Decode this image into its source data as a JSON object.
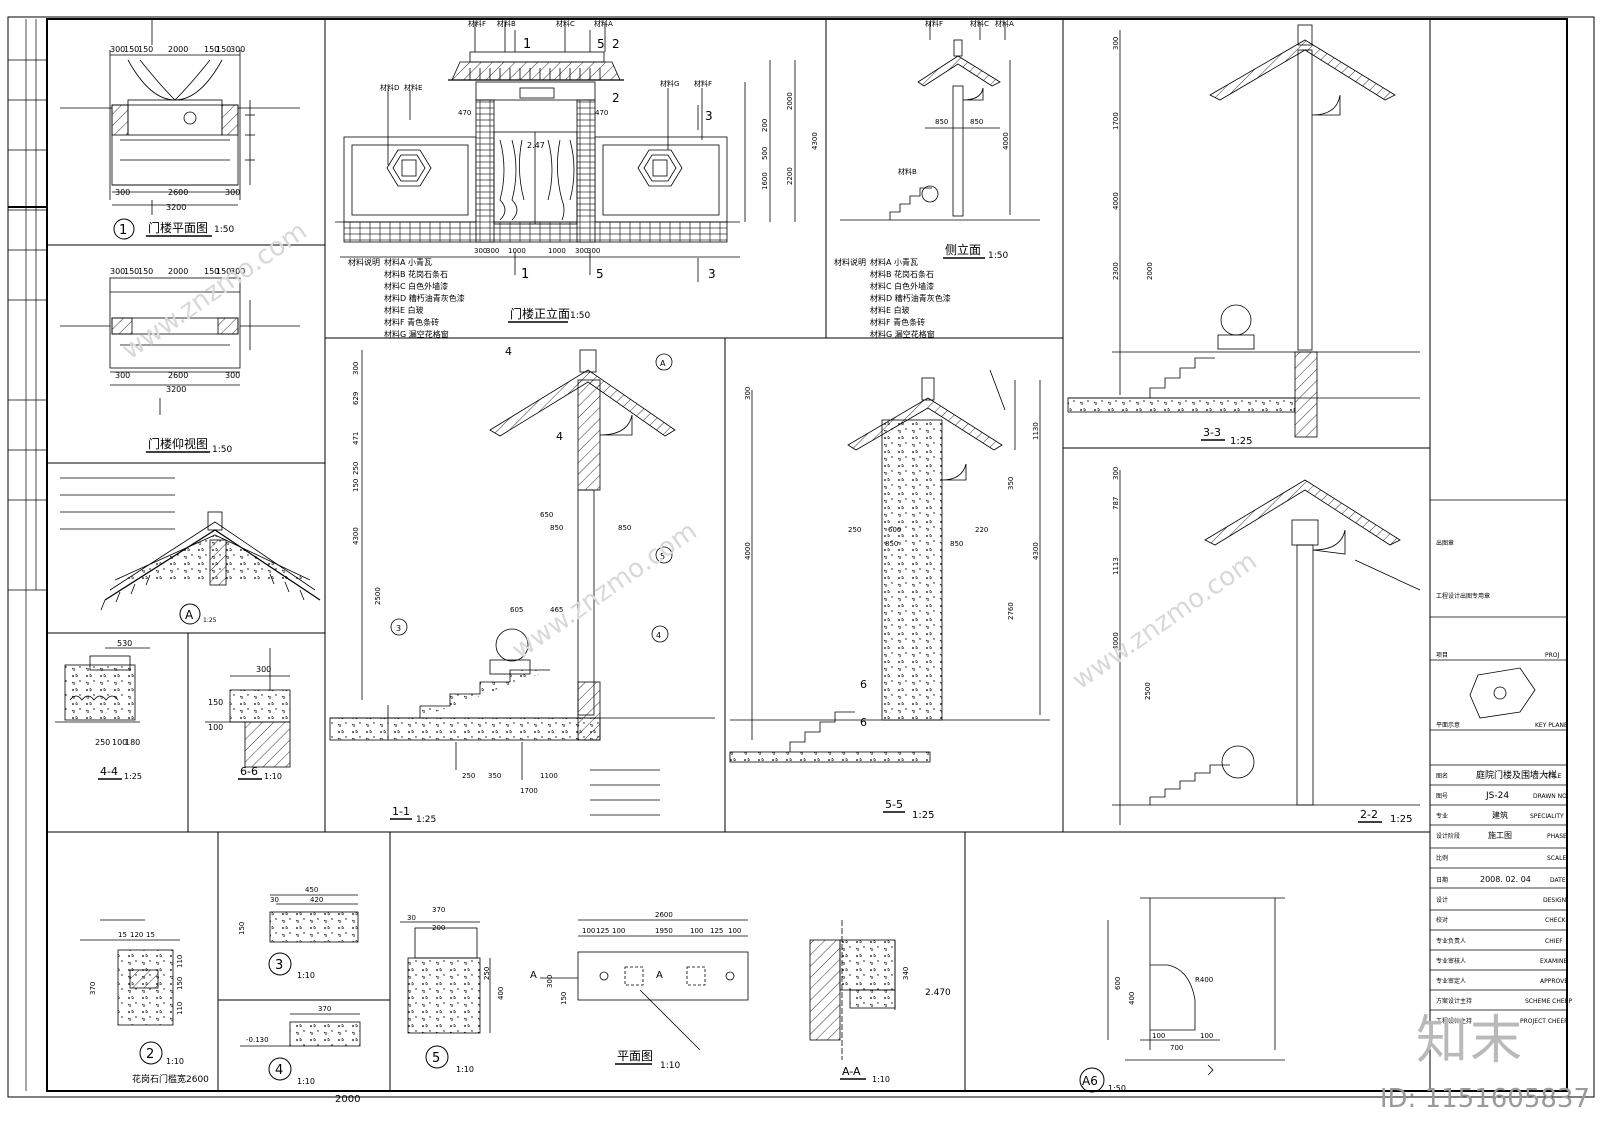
{
  "sheet": {
    "title_block": {
      "project_label": "项目",
      "project_en": "PROJ",
      "plan_label": "平面示意",
      "plan_en": "KEY PLANE",
      "name_label": "图名",
      "name_value": "庭院门楼及围墙大样",
      "name_en": "TITLE",
      "drawing_no_label": "图号",
      "drawing_no_value": "JS-24",
      "drawing_no_en": "DRAWN NO.",
      "specialty_label": "专业",
      "specialty_value": "建筑",
      "specialty_en": "SPECIALITY",
      "phase_label": "设计阶段",
      "phase_value": "施工图",
      "phase_en": "PHASE",
      "scale_label": "比例",
      "scale_en": "SCALE",
      "date_label": "日期",
      "date_value": "2008. 02. 04",
      "date_en": "DATE",
      "design_label": "设计",
      "design_en": "DESIGN",
      "check_label": "校对",
      "check_en": "CHECK",
      "chief_label": "专业负责人",
      "chief_en": "CHIEF",
      "examine_label": "专业审核人",
      "examine_en": "EXAMINE",
      "approve_label": "专业审定人",
      "approve_en": "APPROVE",
      "scheme_label": "方案设计主持",
      "scheme_en": "SCHEME CHEEP",
      "pm_label": "工程设计主持",
      "pm_en": "PROJECT CHEEP",
      "seal_label": "出图章",
      "seal_note": "工程设计出图专用章"
    },
    "drawings": {
      "plan": {
        "label": "门楼平面图",
        "scale": "1:50",
        "num": "1"
      },
      "ceiling": {
        "label": "门楼仰视图",
        "scale": "1:50"
      },
      "front": {
        "label": "门楼正立面",
        "scale": "1:50"
      },
      "side": {
        "label": "侧立面",
        "scale": "1:50"
      },
      "s33": {
        "label": "3-3",
        "scale": "1:25"
      },
      "s22": {
        "label": "2-2",
        "scale": "1:25"
      },
      "s11": {
        "label": "1-1",
        "scale": "1:25"
      },
      "s55": {
        "label": "5-5",
        "scale": "1:25"
      },
      "s44": {
        "label": "4-4",
        "scale": "1:25"
      },
      "s66": {
        "label": "6-6",
        "scale": "1:10"
      },
      "dA": {
        "label": "A",
        "scale": "1:25"
      },
      "d2": {
        "label": "2",
        "scale": "1:10",
        "note": "花岗石门槛宽2600"
      },
      "d3": {
        "label": "3",
        "scale": "1:10"
      },
      "d4": {
        "label": "4",
        "scale": "1:10",
        "extra": "2000"
      },
      "d5": {
        "label": "5",
        "scale": "1:10"
      },
      "plan_small": {
        "label": "平面图",
        "scale": "1:10"
      },
      "aa": {
        "label": "A-A",
        "scale": "1:10"
      },
      "a6": {
        "label": "A6",
        "scale": "1:50"
      }
    },
    "materials_front": {
      "heading": "材料说明",
      "items": [
        "材料A  小青瓦",
        "材料B  花岗石条石",
        "材料C  白色外墙漆",
        "材料D  糟朽油青灰色漆",
        "材料E  白玻",
        "材料F  青色条砖",
        "材料G  漏空花格窗"
      ]
    },
    "materials_side": {
      "heading": "材料说明",
      "items": [
        "材料A  小青瓦",
        "材料B  花岗石条石",
        "材料C  白色外墙漆",
        "材料D  糟朽油青灰色漆",
        "材料E  白玻",
        "材料F  青色条砖",
        "材料G  漏空花格窗"
      ]
    },
    "front_tags": {
      "f": "材料F",
      "b": "材料B",
      "c": "材料C",
      "a": "材料A",
      "d": "材料D",
      "e": "材料E",
      "g": "材料G",
      "level": "2.47"
    },
    "dims": {
      "plan_top": [
        "300",
        "150",
        "150",
        "2000",
        "150",
        "150",
        "300"
      ],
      "plan_bottom": [
        "300",
        "2600",
        "300"
      ],
      "plan_total": "3200",
      "front_bottom": [
        "300",
        "300",
        "1000",
        "1000",
        "300",
        "300"
      ],
      "front_right": [
        "2000",
        "200",
        "500",
        "1600",
        "2200",
        "4300"
      ],
      "side_dims": [
        "850",
        "850",
        "4000"
      ],
      "s11_left": [
        "300",
        "629",
        "471",
        "250",
        "150",
        "4300",
        "2500"
      ],
      "s11_mid": [
        "650",
        "850",
        "850",
        "605",
        "465",
        "250",
        "350",
        "1100",
        "1700"
      ],
      "s55_left": [
        "300",
        "4000"
      ],
      "s55_right": [
        "1130",
        "350",
        "4300",
        "2760"
      ],
      "s55_mid": [
        "250",
        "600",
        "850",
        "850",
        "220"
      ],
      "s33_left": [
        "300",
        "1700",
        "4000",
        "2300",
        "2000"
      ],
      "s22_left": [
        "300",
        "787",
        "1113",
        "4000",
        "2500"
      ],
      "d2_dims": [
        "15",
        "120",
        "15",
        "370",
        "110",
        "150",
        "110"
      ],
      "d3_dims": [
        "450",
        "30",
        "420",
        "150"
      ],
      "d4_dims": [
        "370",
        "-0.130"
      ],
      "d5_dims": [
        "370",
        "30",
        "200",
        "250",
        "400"
      ],
      "plan_small_dims": [
        "2600",
        "100",
        "125",
        "100",
        "1950",
        "100",
        "125",
        "100",
        "300",
        "150"
      ],
      "aa_dims": [
        "340",
        "2.470"
      ],
      "a6_dims": [
        "600",
        "400",
        "100",
        "700",
        "100",
        "R400"
      ]
    },
    "watermark": {
      "logo": "知末",
      "id": "ID: 1151605837",
      "url": "www.znzmo.com"
    }
  }
}
